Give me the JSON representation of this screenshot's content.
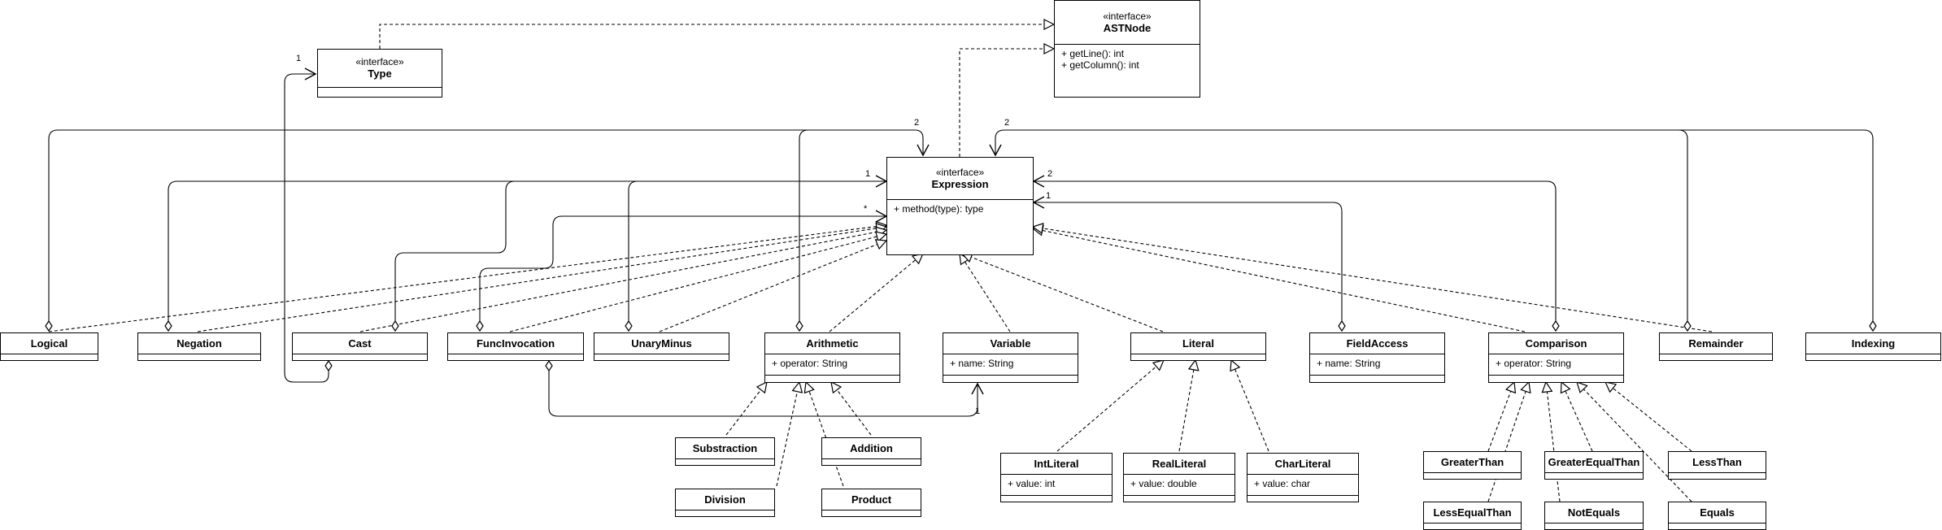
{
  "stereotype": "«interface»",
  "classes": {
    "astnode": {
      "name": "ASTNode",
      "ops": [
        "+ getLine(): int",
        "+ getColumn(): int"
      ]
    },
    "type": {
      "name": "Type"
    },
    "expression": {
      "name": "Expression",
      "ops": [
        "+ method(type): type"
      ]
    },
    "logical": {
      "name": "Logical"
    },
    "negation": {
      "name": "Negation"
    },
    "cast": {
      "name": "Cast"
    },
    "funcinvocation": {
      "name": "FuncInvocation"
    },
    "unaryminus": {
      "name": "UnaryMinus"
    },
    "arithmetic": {
      "name": "Arithmetic",
      "attr": "+ operator: String"
    },
    "variable": {
      "name": "Variable",
      "attr": "+ name: String"
    },
    "literal": {
      "name": "Literal"
    },
    "fieldaccess": {
      "name": "FieldAccess",
      "attr": "+ name: String"
    },
    "comparison": {
      "name": "Comparison",
      "attr": "+ operator: String"
    },
    "remainder": {
      "name": "Remainder"
    },
    "indexing": {
      "name": "Indexing"
    },
    "substraction": {
      "name": "Substraction"
    },
    "addition": {
      "name": "Addition"
    },
    "division": {
      "name": "Division"
    },
    "product": {
      "name": "Product"
    },
    "intliteral": {
      "name": "IntLiteral",
      "attr": "+ value: int"
    },
    "realliteral": {
      "name": "RealLiteral",
      "attr": "+ value: double"
    },
    "charliteral": {
      "name": "CharLiteral",
      "attr": "+ value: char"
    },
    "greaterthan": {
      "name": "GreaterThan"
    },
    "greaterequalthan": {
      "name": "GreaterEqualThan"
    },
    "lessthan": {
      "name": "LessThan"
    },
    "lessequalthan": {
      "name": "LessEqualThan"
    },
    "notequals": {
      "name": "NotEquals"
    },
    "equals": {
      "name": "Equals"
    }
  },
  "multiplicities": {
    "type_one": "1",
    "expr_two_left": "2",
    "expr_two_right": "2",
    "expr_one_left": "1",
    "expr_many": "*",
    "expr_two_side": "2",
    "expr_one_side": "1",
    "variable_one": "1"
  }
}
